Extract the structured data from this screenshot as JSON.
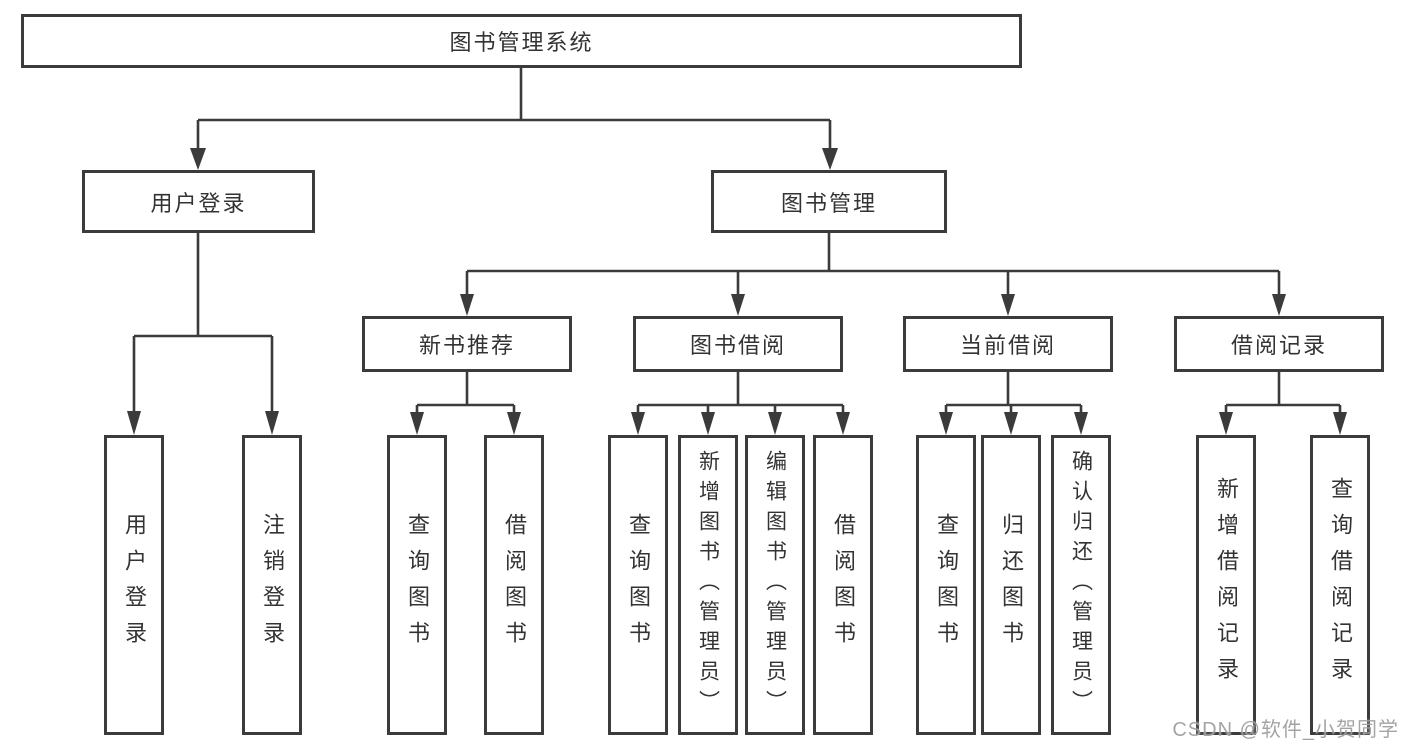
{
  "diagram": {
    "root": {
      "label": "图书管理系统"
    },
    "level2": [
      {
        "label": "用户登录"
      },
      {
        "label": "图书管理"
      }
    ],
    "level3": [
      {
        "label": "新书推荐",
        "parent": "图书管理"
      },
      {
        "label": "图书借阅",
        "parent": "图书管理"
      },
      {
        "label": "当前借阅",
        "parent": "图书管理"
      },
      {
        "label": "借阅记录",
        "parent": "图书管理"
      }
    ],
    "leaves": [
      {
        "label": "用户登录",
        "parent": "用户登录"
      },
      {
        "label": "注销登录",
        "parent": "用户登录"
      },
      {
        "label": "查询图书",
        "parent": "新书推荐"
      },
      {
        "label": "借阅图书",
        "parent": "新书推荐"
      },
      {
        "label": "查询图书",
        "parent": "图书借阅"
      },
      {
        "label": "新增图书（管理员）",
        "parent": "图书借阅"
      },
      {
        "label": "编辑图书（管理员）",
        "parent": "图书借阅"
      },
      {
        "label": "借阅图书",
        "parent": "图书借阅"
      },
      {
        "label": "查询图书",
        "parent": "当前借阅"
      },
      {
        "label": "归还图书",
        "parent": "当前借阅"
      },
      {
        "label": "确认归还（管理员）",
        "parent": "当前借阅"
      },
      {
        "label": "新增借阅记录",
        "parent": "借阅记录"
      },
      {
        "label": "查询借阅记录",
        "parent": "借阅记录"
      }
    ],
    "watermark": "CSDN @软件_小贺同学",
    "colors": {
      "line": "#3b3b3b",
      "text": "#333333",
      "watermark": "#a0a0a0",
      "background": "#ffffff"
    }
  }
}
